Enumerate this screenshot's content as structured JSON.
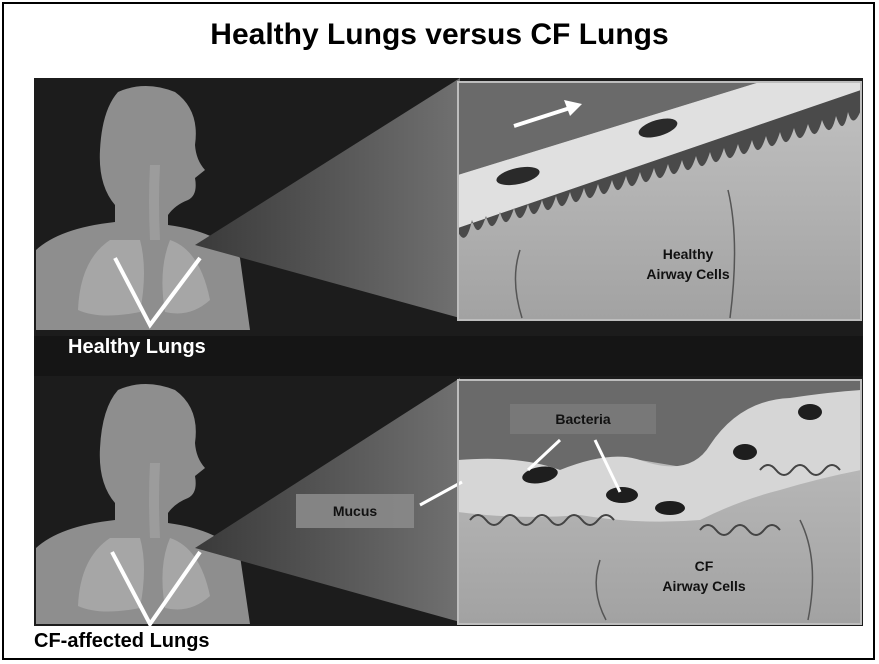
{
  "title": "Healthy Lungs versus CF Lungs",
  "panels": {
    "healthy": {
      "caption": "Healthy Lungs",
      "cells_line1": "Healthy",
      "cells_line2": "Airway Cells"
    },
    "cf": {
      "caption": "CF-affected Lungs",
      "cells_line1": "CF",
      "cells_line2": "Airway Cells",
      "mucus": "Mucus",
      "bacteria": "Bacteria"
    }
  },
  "colors": {
    "panel_bg": "#1c1c1c",
    "silhouette": "#8e8e8e",
    "lung": "#a6a6a6",
    "cone": "#5a5a5a",
    "airway": "#6a6a6a",
    "cells": "#b4b4b4",
    "mucus": "#d2d2d2",
    "cilia": "#4a4a4a"
  }
}
